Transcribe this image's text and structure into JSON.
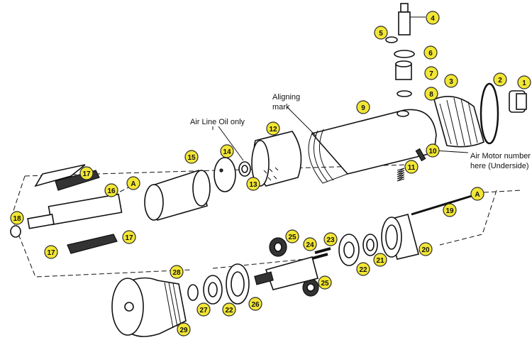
{
  "callouts": {
    "air_line_oil": "Air Line Oil only",
    "aligning_mark_line1": "Aligning",
    "aligning_mark_line2": "mark",
    "air_motor_line1": "Air Motor number",
    "air_motor_line2": "here (Underside)"
  },
  "parts": [
    {
      "id": "p1",
      "label": "1",
      "name": "part-1-badge"
    },
    {
      "id": "p2",
      "label": "2",
      "name": "part-2-badge"
    },
    {
      "id": "p3",
      "label": "3",
      "name": "part-3-badge"
    },
    {
      "id": "p4",
      "label": "4",
      "name": "part-4-badge"
    },
    {
      "id": "p5",
      "label": "5",
      "name": "part-5-badge"
    },
    {
      "id": "p6",
      "label": "6",
      "name": "part-6-badge"
    },
    {
      "id": "p7",
      "label": "7",
      "name": "part-7-badge"
    },
    {
      "id": "p8",
      "label": "8",
      "name": "part-8-badge"
    },
    {
      "id": "p9",
      "label": "9",
      "name": "part-9-badge"
    },
    {
      "id": "p10",
      "label": "10",
      "name": "part-10-badge"
    },
    {
      "id": "p11",
      "label": "11",
      "name": "part-11-badge"
    },
    {
      "id": "p12",
      "label": "12",
      "name": "part-12-badge"
    },
    {
      "id": "p13",
      "label": "13",
      "name": "part-13-badge"
    },
    {
      "id": "p14",
      "label": "14",
      "name": "part-14-badge"
    },
    {
      "id": "p15",
      "label": "15",
      "name": "part-15-badge"
    },
    {
      "id": "p16",
      "label": "16",
      "name": "part-16-badge"
    },
    {
      "id": "p17a",
      "label": "17",
      "name": "part-17-badge-top"
    },
    {
      "id": "p17b",
      "label": "17",
      "name": "part-17-badge-right"
    },
    {
      "id": "p17c",
      "label": "17",
      "name": "part-17-badge-left"
    },
    {
      "id": "p18",
      "label": "18",
      "name": "part-18-badge"
    },
    {
      "id": "p19",
      "label": "19",
      "name": "part-19-badge"
    },
    {
      "id": "p20",
      "label": "20",
      "name": "part-20-badge"
    },
    {
      "id": "p21",
      "label": "21",
      "name": "part-21-badge"
    },
    {
      "id": "p22a",
      "label": "22",
      "name": "part-22-badge-right"
    },
    {
      "id": "p22b",
      "label": "22",
      "name": "part-22-badge-left"
    },
    {
      "id": "p23",
      "label": "23",
      "name": "part-23-badge"
    },
    {
      "id": "p24",
      "label": "24",
      "name": "part-24-badge"
    },
    {
      "id": "p25a",
      "label": "25",
      "name": "part-25-badge-top"
    },
    {
      "id": "p25b",
      "label": "25",
      "name": "part-25-badge-bottom"
    },
    {
      "id": "p26",
      "label": "26",
      "name": "part-26-badge"
    },
    {
      "id": "p27",
      "label": "27",
      "name": "part-27-badge"
    },
    {
      "id": "p28",
      "label": "28",
      "name": "part-28-badge"
    },
    {
      "id": "p29",
      "label": "29",
      "name": "part-29-badge"
    },
    {
      "id": "pA1",
      "label": "A",
      "name": "alignment-a-badge-left"
    },
    {
      "id": "pA2",
      "label": "A",
      "name": "alignment-a-badge-right"
    }
  ],
  "colors": {
    "badge_fill": "#f2e635",
    "ink": "#111111"
  }
}
